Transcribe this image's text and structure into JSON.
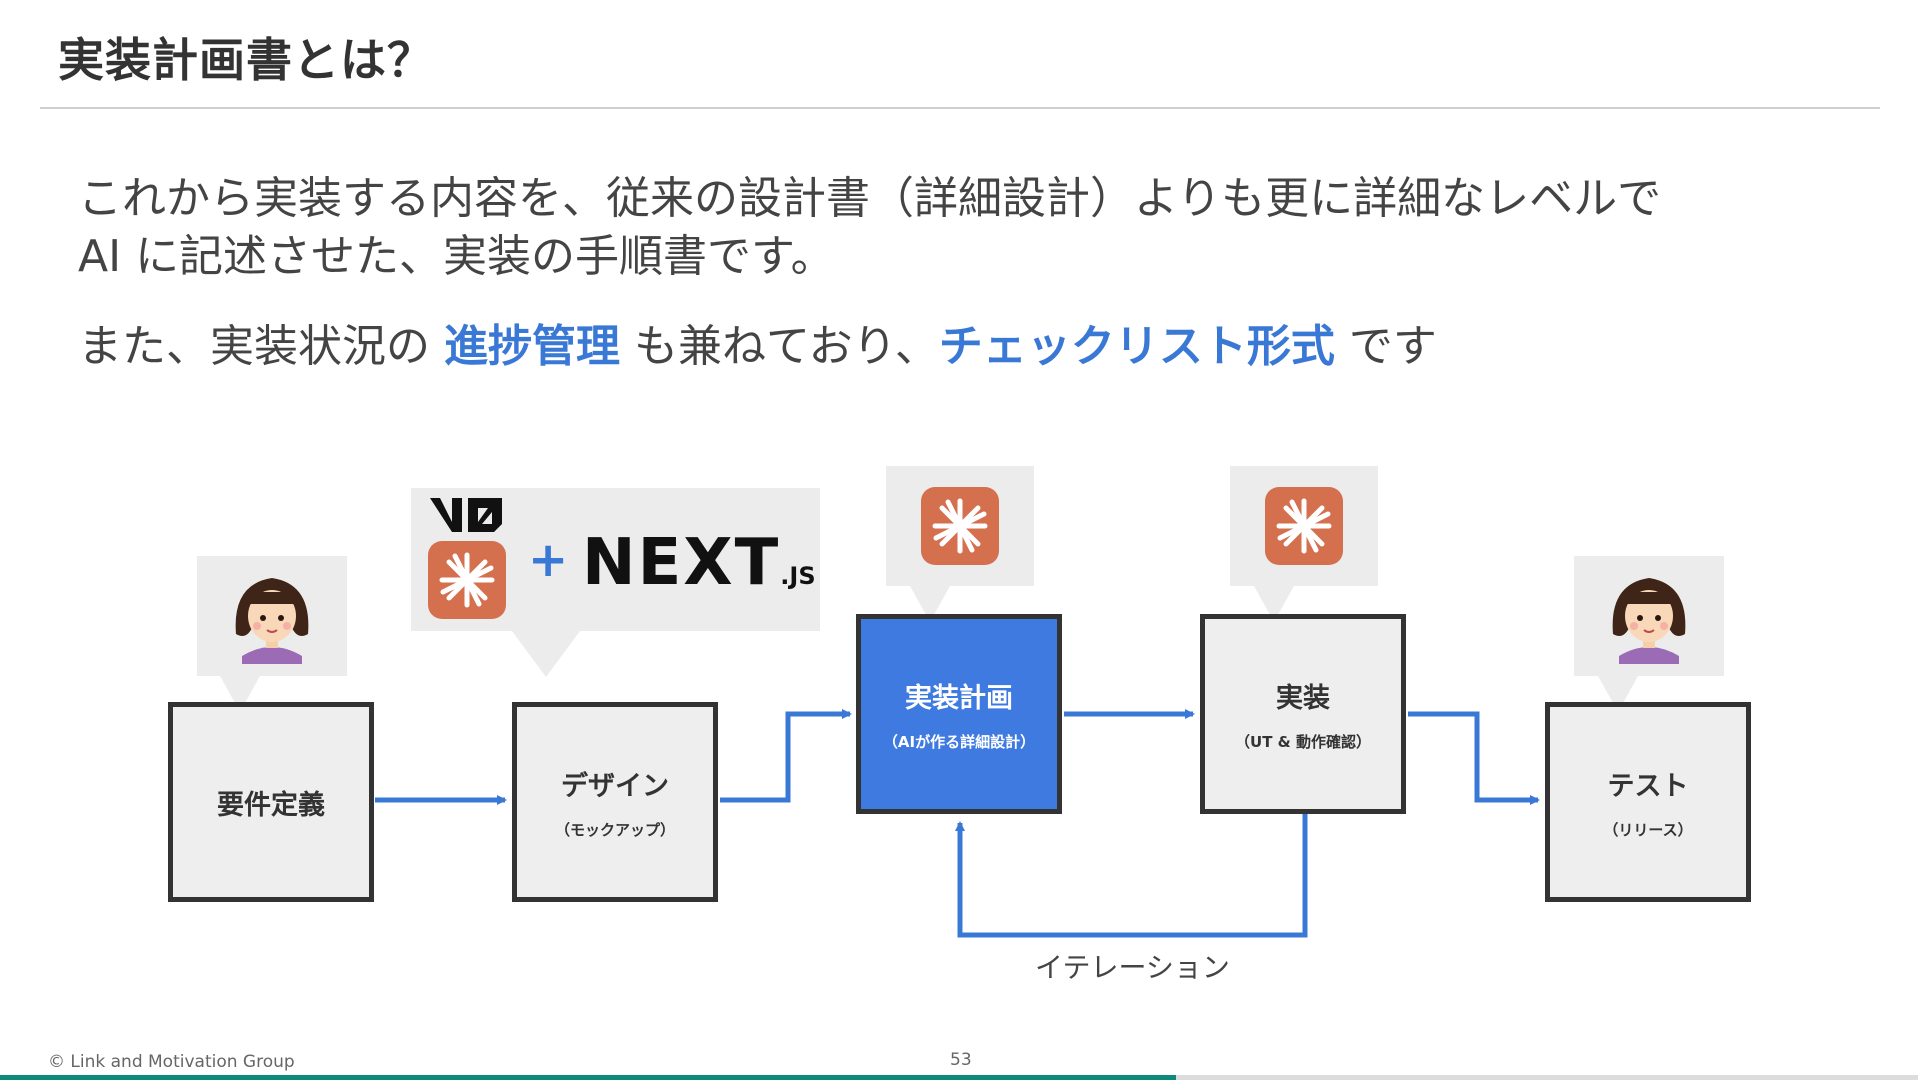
{
  "header": {
    "title": "実装計画書とは？"
  },
  "lead": {
    "line1": "これから実装する内容を、従来の設計書（詳細設計）よりも更に詳細なレベルで",
    "line2": "AI に記述させた、実装の手順書です。",
    "line3_prefix": "また、実装状況の ",
    "line3_highlight1": "進捗管理",
    "line3_middle": " も兼ねており、",
    "line3_highlight2": "チェックリスト形式",
    "line3_suffix": " です"
  },
  "flow": {
    "steps": [
      {
        "title": "要件定義",
        "sub": ""
      },
      {
        "title": "デザイン",
        "sub": "（モックアップ）"
      },
      {
        "title": "実装計画",
        "sub": "（AIが作る詳細設計）"
      },
      {
        "title": "実装",
        "sub": "（UT & 動作確認）"
      },
      {
        "title": "テスト",
        "sub": "（リリース）"
      }
    ],
    "iteration_label": "イテレーション",
    "tools": {
      "v0": "V0",
      "plus": "+",
      "next_main": "NEXT",
      "next_suffix": ".JS"
    }
  },
  "colors": {
    "accent": "#3a78d6",
    "active_box": "#3f7ae0",
    "claude_orange": "#d5704f",
    "progress": "#0f8a7a"
  },
  "icons": [
    "person-icon",
    "claude-icon",
    "v0-logo",
    "nextjs-logo"
  ],
  "footer": {
    "copyright": "© Link and Motivation Group",
    "page": "53",
    "progress": 0.613
  }
}
